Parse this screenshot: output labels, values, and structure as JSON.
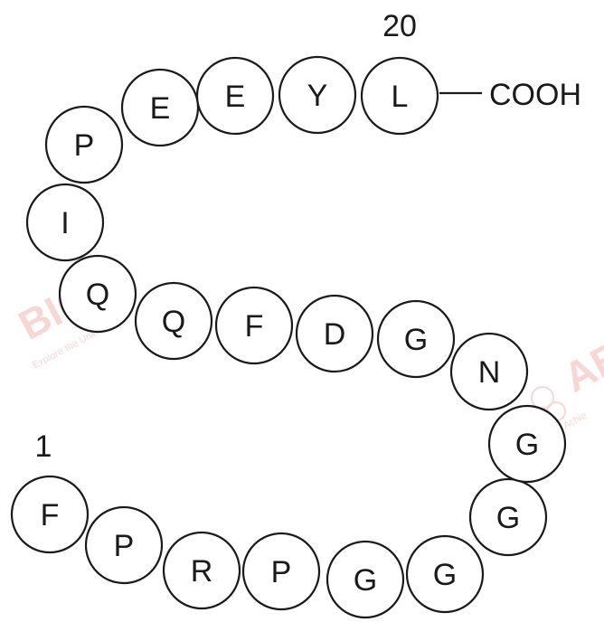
{
  "peptide": {
    "residues": [
      "F",
      "P",
      "R",
      "P",
      "G",
      "G",
      "G",
      "G",
      "N",
      "G",
      "D",
      "F",
      "Q",
      "Q",
      "I",
      "P",
      "E",
      "E",
      "Y",
      "L"
    ],
    "start_number": "1",
    "end_number": "20",
    "c_terminus": "COOH"
  },
  "watermark": {
    "left_text": "BIO",
    "left_tagline": "Explore the Unknown",
    "right_text": "AB",
    "right_tagline": "Achie",
    "color": "#f2c9c4"
  }
}
